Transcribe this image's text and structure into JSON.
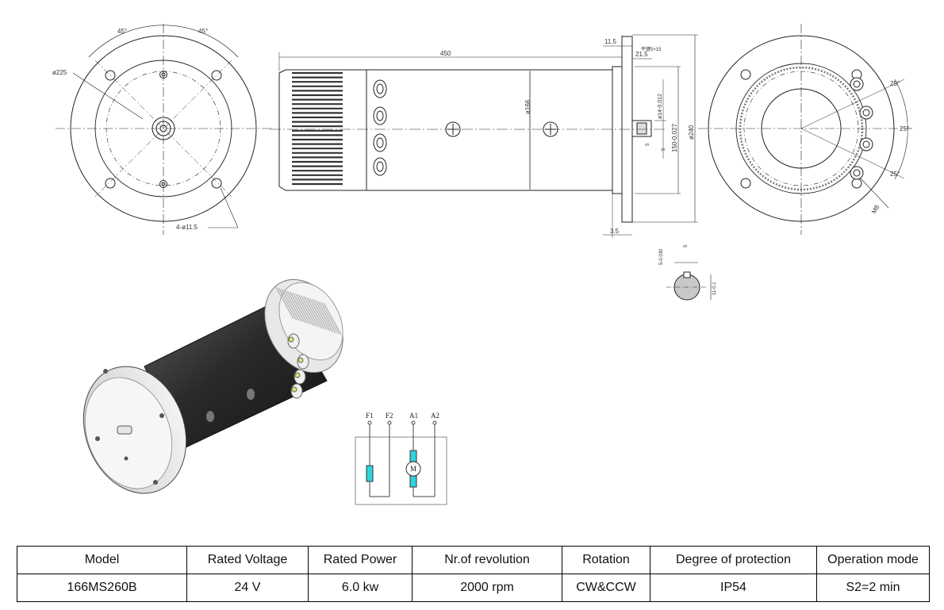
{
  "drawing": {
    "front_view": {
      "angle_top_left": "45°",
      "angle_top_right": "45°",
      "diameter": "ø225",
      "holes": "4-ø11.5"
    },
    "side_view": {
      "length": "450",
      "flange_thickness": "11.5",
      "shaft_offset": "21.5",
      "key_note": "平键5×15",
      "body_diameter": "ø166",
      "shaft_diameter": "ø14-0.012",
      "spigot_diameter": "150-0.027",
      "outer_diameter": "ø240",
      "key_length": "5",
      "shaft_len": "5",
      "spigot_depth": "3.5"
    },
    "rear_view": {
      "angle_1": "25°",
      "angle_2": "25°",
      "angle_3": "25°",
      "thread": "M8"
    },
    "key_section": {
      "key_dim": "5-0.030",
      "height_dim": "11-0.1",
      "top_dim": "5"
    },
    "wiring": {
      "terminals": [
        "F1",
        "F2",
        "A1",
        "A2"
      ],
      "motor_symbol": "M"
    }
  },
  "spec_table": {
    "headers": [
      "Model",
      "Rated Voltage",
      "Rated Power",
      "Nr.of revolution",
      "Rotation",
      "Degree of protection",
      "Operation mode"
    ],
    "values": [
      "166MS260B",
      "24 V",
      "6.0 kw",
      "2000 rpm",
      "CW&CCW",
      "IP54",
      "S2=2 min"
    ]
  }
}
